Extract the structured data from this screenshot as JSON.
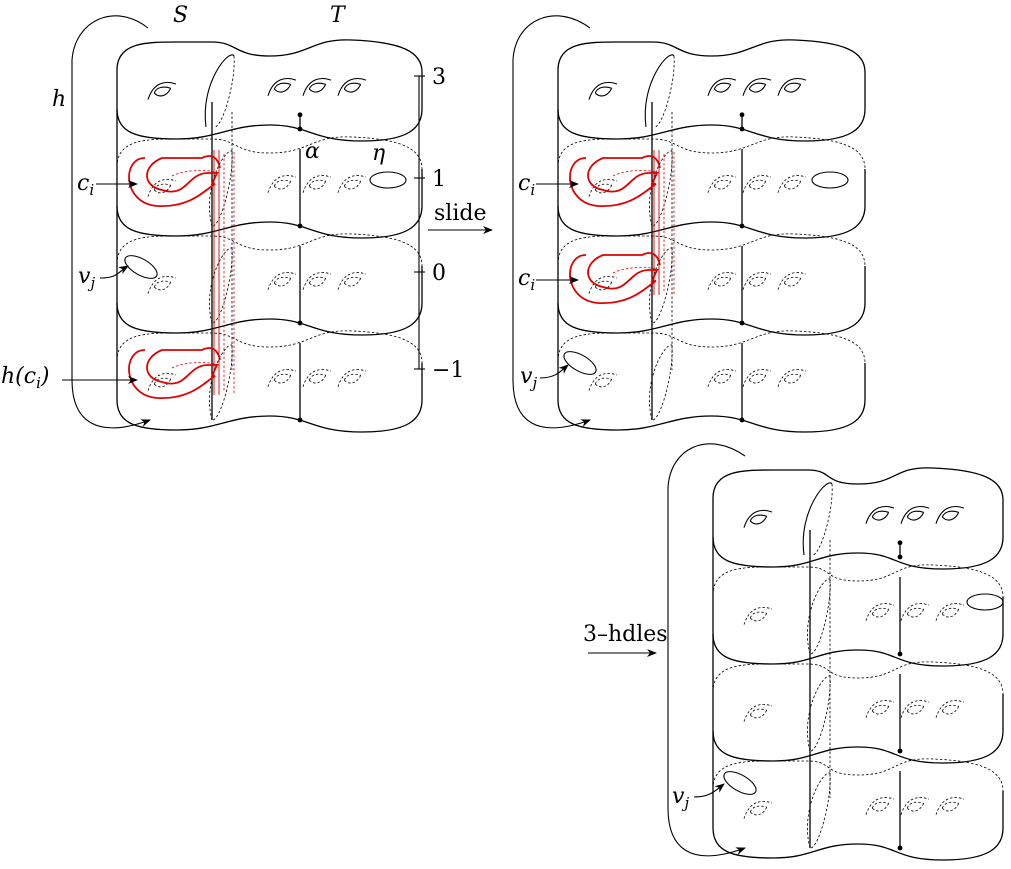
{
  "labels": {
    "S": "S",
    "T": "T",
    "h": "h",
    "alpha": "α",
    "eta": "η",
    "c_i": "c",
    "c_i_sub": "i",
    "v_j": "v",
    "v_j_sub": "j",
    "h_ci_pre": "h(c",
    "h_ci_sub": "i",
    "h_ci_post": ")",
    "slide": "slide",
    "three_handles": "3–hdles"
  },
  "scale": {
    "ticks": [
      "3",
      "1",
      "0",
      "−1"
    ]
  },
  "colors": {
    "outline": "#000000",
    "curve": "#e00000"
  }
}
